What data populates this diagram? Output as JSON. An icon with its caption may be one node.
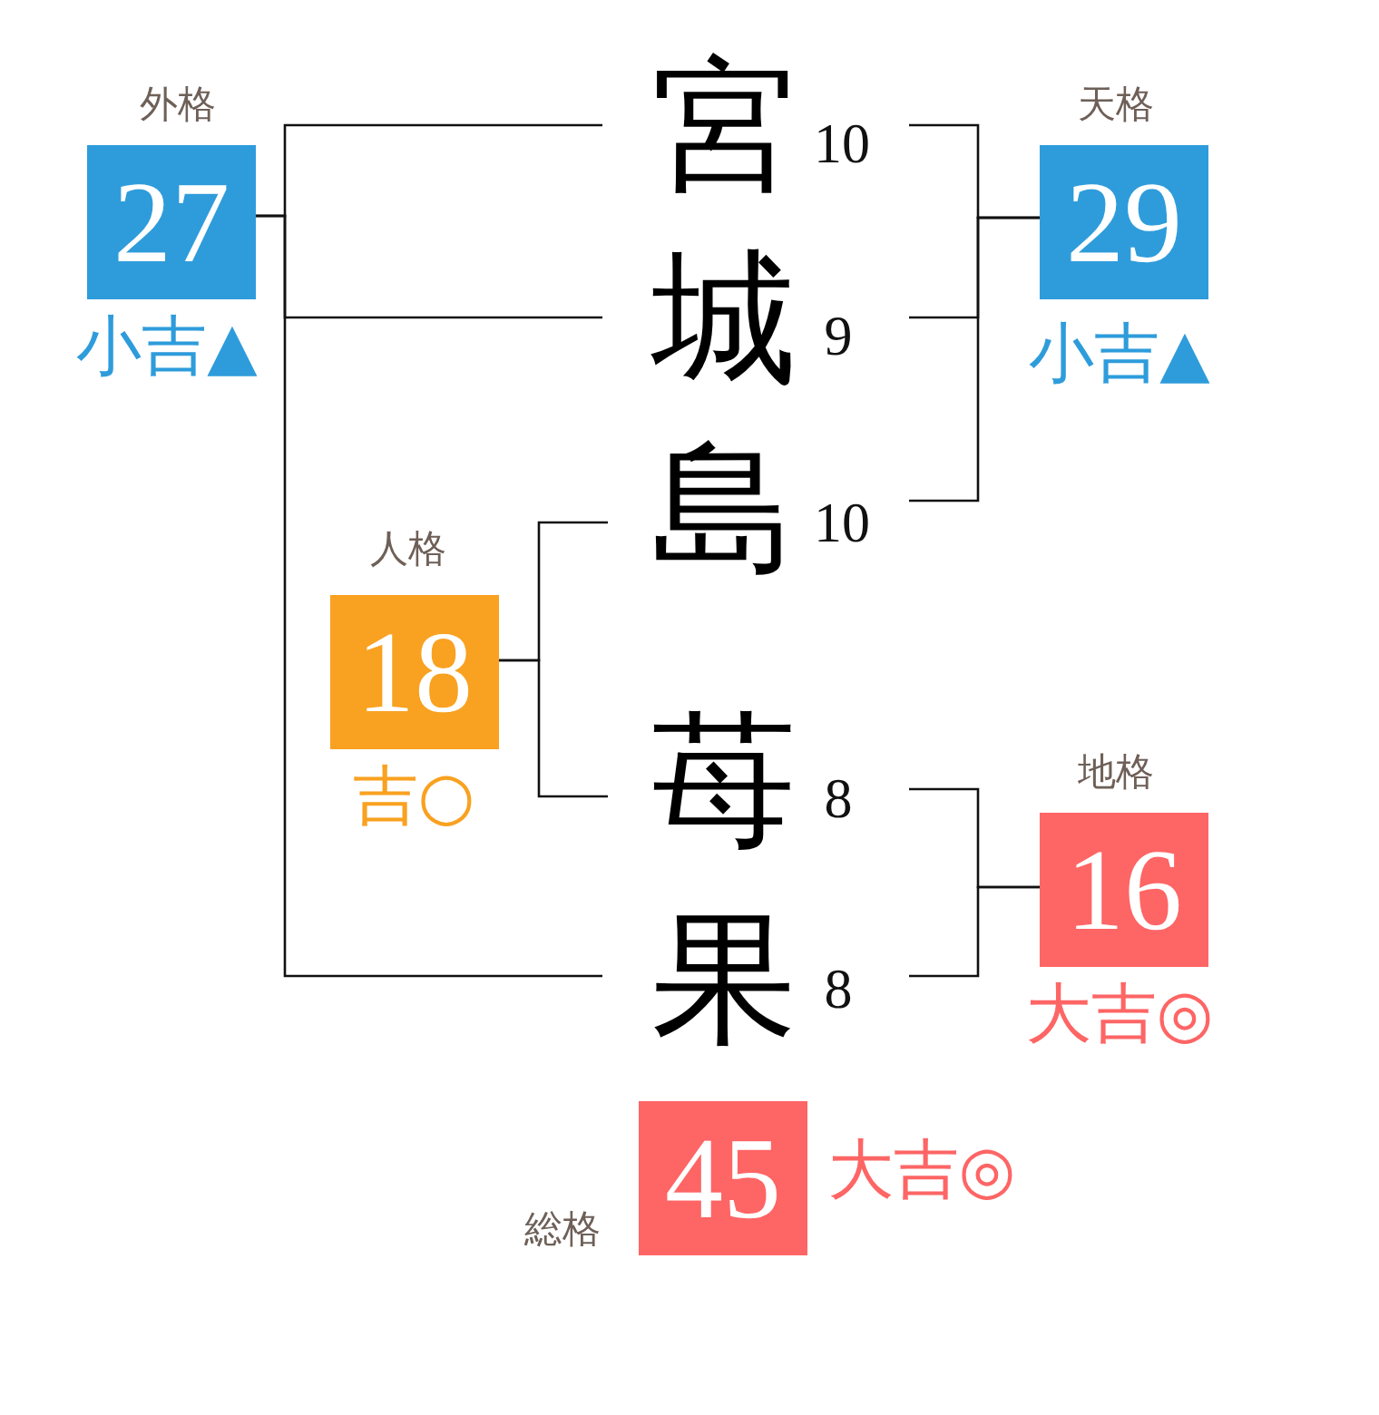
{
  "diagram": {
    "nodes": [
      {
        "text": [
          "外格",
          "27"
        ],
        "beside": [
          "小吉▲"
        ]
      },
      {
        "text": [
          "宮"
        ],
        "beside": [
          "10"
        ]
      },
      {
        "text": [
          "天格",
          "29"
        ],
        "beside": [
          "小吉▲"
        ]
      },
      {
        "text": [
          "城"
        ],
        "beside": [
          "9"
        ]
      },
      {
        "text": [
          "島"
        ],
        "beside": [
          "10"
        ]
      },
      {
        "text": [
          "人格",
          "18"
        ],
        "beside": [
          "吉○"
        ]
      },
      {
        "text": [
          "苺"
        ],
        "beside": [
          "8"
        ]
      },
      {
        "text": [
          "地格",
          "16"
        ],
        "beside": [
          "大吉◎"
        ]
      },
      {
        "text": [
          "果"
        ],
        "beside": [
          "8"
        ]
      },
      {
        "text": [
          "総格",
          "45"
        ],
        "beside": [
          "大吉◎"
        ]
      }
    ],
    "edges": [
      {
        "from": 0,
        "to": 1,
        "arrow": "none"
      },
      {
        "from": 0,
        "to": 3,
        "arrow": "none"
      },
      {
        "from": 0,
        "to": 8,
        "arrow": "none"
      },
      {
        "from": 2,
        "to": 1,
        "arrow": "none"
      },
      {
        "from": 2,
        "to": 3,
        "arrow": "none"
      },
      {
        "from": 2,
        "to": 4,
        "arrow": "none"
      },
      {
        "from": 5,
        "to": 4,
        "arrow": "none"
      },
      {
        "from": 5,
        "to": 6,
        "arrow": "none"
      },
      {
        "from": 7,
        "to": 6,
        "arrow": "none"
      },
      {
        "from": 7,
        "to": 8,
        "arrow": "none"
      }
    ]
  }
}
